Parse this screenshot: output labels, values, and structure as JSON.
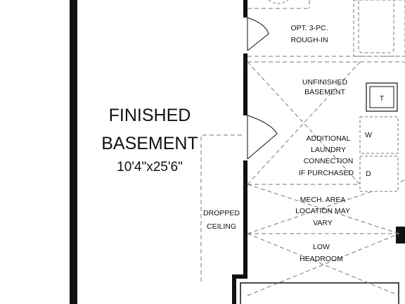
{
  "rooms": {
    "finished_basement": {
      "name_line1": "FINISHED",
      "name_line2": "BASEMENT",
      "dimensions": "10'4\"x25'6\""
    },
    "dropped_ceiling": {
      "line1": "DROPPED",
      "line2": "CEILING"
    },
    "rough_in": {
      "line1": "OPT. 3-PC.",
      "line2": "ROUGH-IN"
    },
    "unfinished_basement": {
      "line1": "UNFINISHED",
      "line2": "BASEMENT"
    },
    "laundry": {
      "line1": "ADDITIONAL",
      "line2": "LAUNDRY",
      "line3": "CONNECTION",
      "line4": "IF PURCHASED"
    },
    "mech_area": {
      "line1": "MECH. AREA",
      "line2": "LOCATION MAY",
      "line3": "VARY"
    },
    "low_headroom": {
      "line1": "LOW",
      "line2": "HEADROOM"
    }
  },
  "fixtures": {
    "tank": "T",
    "washer": "W",
    "dryer": "D"
  }
}
